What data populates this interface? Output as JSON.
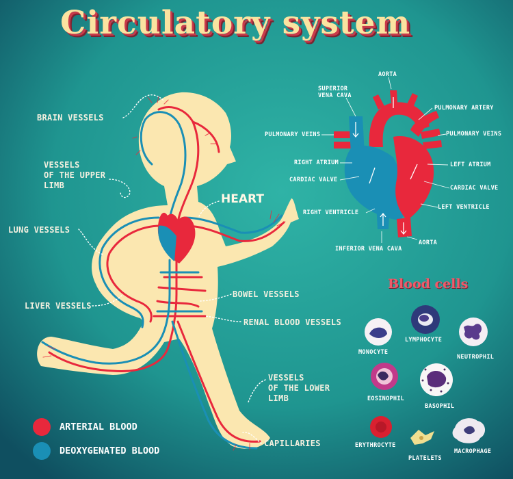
{
  "title": "Circulatory system",
  "heart_label": "HEART",
  "body_labels": {
    "brain_vessels": "BRAIN VESSELS",
    "upper_limb_vessels": [
      "VESSELS",
      "OF THE UPPER",
      "LIMB"
    ],
    "lung_vessels": "LUNG VESSELS",
    "liver_vessels": "LIVER VESSELS",
    "bowel_vessels": "BOWEL VESSELS",
    "renal_vessels": "RENAL BLOOD VESSELS",
    "lower_limb_vessels": [
      "VESSELS",
      "OF THE LOWER",
      "LIMB"
    ],
    "capillaries": "CAPILLARIES"
  },
  "heart_diagram_labels": {
    "aorta_top": "AORTA",
    "superior_vena_cava": [
      "SUPERIOR",
      "VENA CAVA"
    ],
    "pulmonary_artery": "PULMONARY ARTERY",
    "pulmonary_veins_left": "PULMONARY VEINS",
    "pulmonary_veins_right": "PULMONARY VEINS",
    "right_atrium": "RIGHT ATRIUM",
    "left_atrium": "LEFT ATRIUM",
    "cardiac_valve_left": "CARDIAC VALVE",
    "cardiac_valve_right": "CARDIAC VALVE",
    "right_ventricle": "RIGHT VENTRICLE",
    "left_ventricle": "LEFT VENTRICLE",
    "inferior_vena_cava": "INFERIOR VENA CAVA",
    "aorta_bottom": "AORTA"
  },
  "blood_cells": {
    "title": "Blood cells",
    "monocyte": "MONOCYTE",
    "lymphocyte": "LYMPHOCYTE",
    "neutrophil": "NEUTROPHIL",
    "eosinophil": "EOSINOPHIL",
    "basophil": "BASOPHIL",
    "erythrocyte": "ERYTHROCYTE",
    "platelets": "PLATELETS",
    "macrophage": "MACROPHAGE"
  },
  "legend": {
    "arterial": "ARTERIAL BLOOD",
    "deoxygenated": "DEOXYGENATED BLOOD"
  },
  "colors": {
    "background": "#1f9a92",
    "arterial": "#e8283c",
    "deoxygenated": "#1a8fb5",
    "body": "#fbe7b0"
  }
}
